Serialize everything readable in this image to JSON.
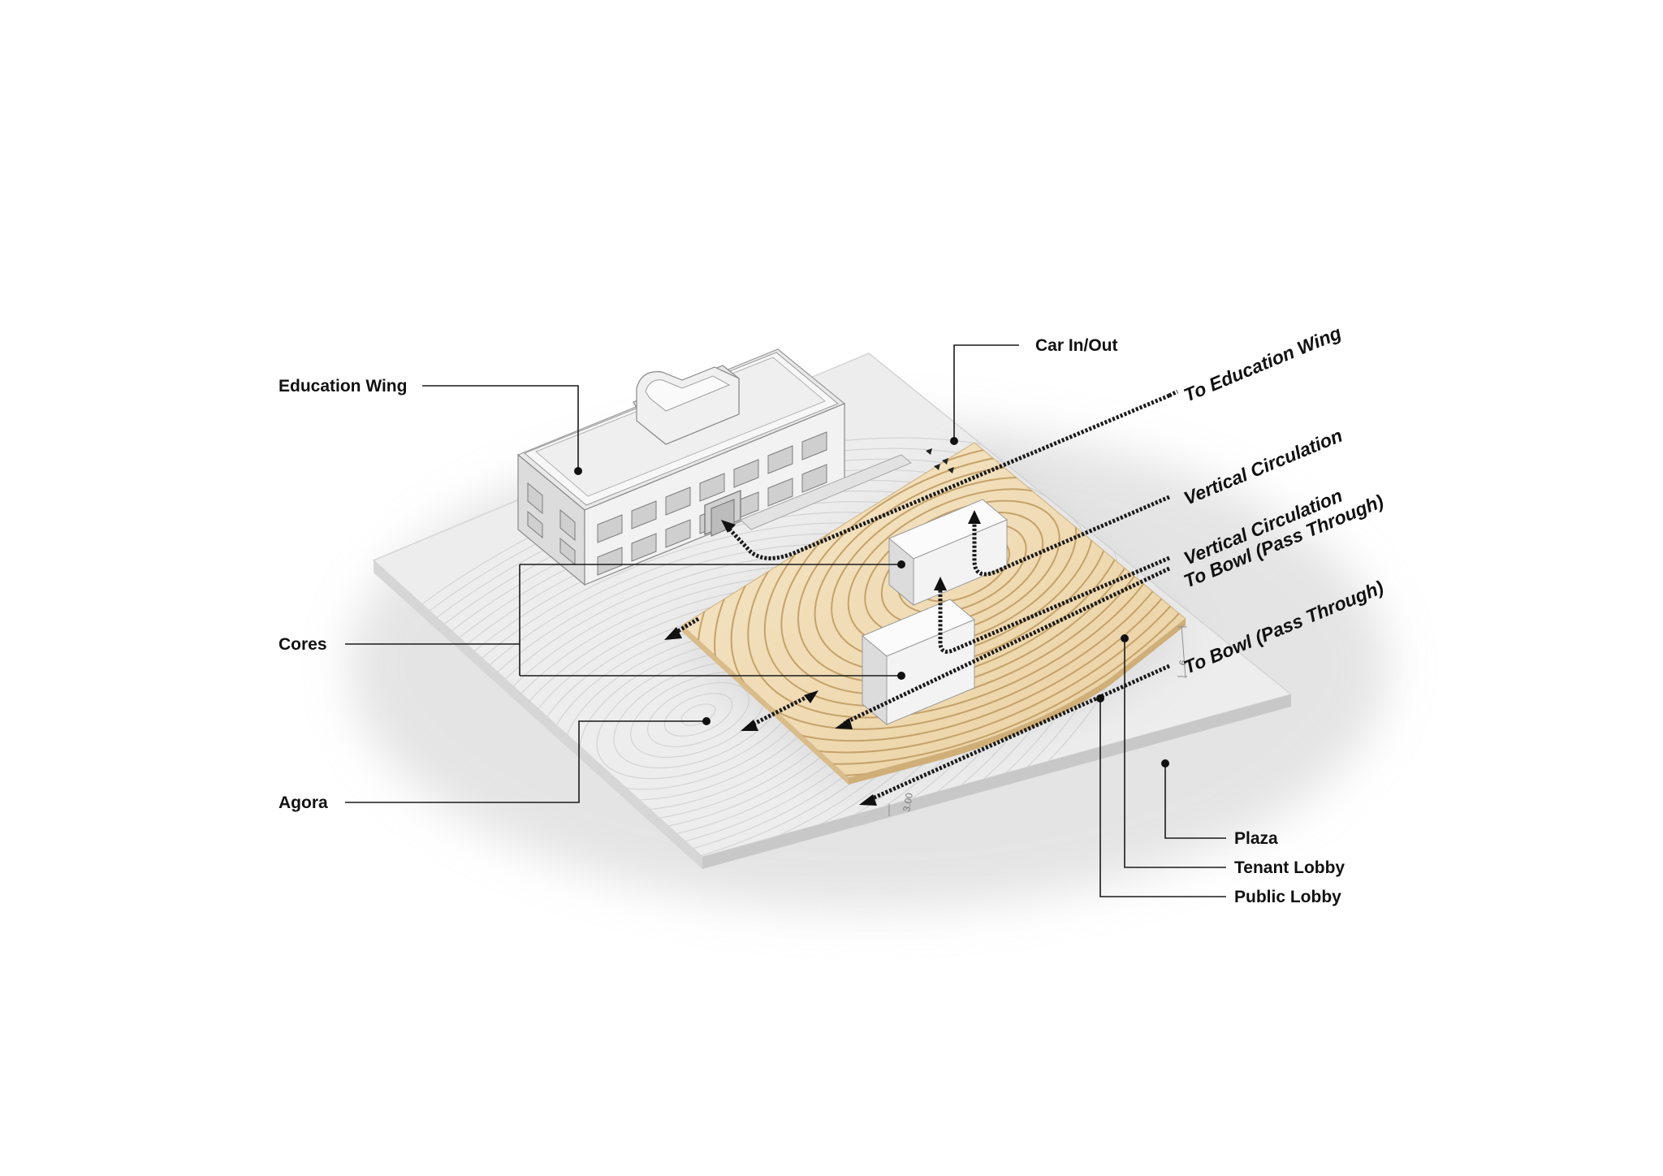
{
  "callouts": {
    "education_wing": "Education Wing",
    "car_in_out": "Car In/Out",
    "cores": "Cores",
    "agora": "Agora",
    "plaza": "Plaza",
    "tenant_lobby": "Tenant Lobby",
    "public_lobby": "Public Lobby"
  },
  "flows": {
    "to_education_wing": "To Education Wing",
    "vertical_circulation_1": "Vertical Circulation",
    "vertical_circulation_2": "Vertical Circulation",
    "to_bowl_1": "To Bowl (Pass Through)",
    "to_bowl_2": "To Bowl (Pass Through)"
  },
  "dimensions": {
    "dim_a": "3.00",
    "dim_b": "6"
  },
  "colors": {
    "site_plate": "#ececec",
    "site_edge": "#c9c9c9",
    "bowl_fill": "#f1ddb6",
    "bowl_ring": "#c9a771",
    "building": "#f4f4f4",
    "building_edge": "#8a8a8a",
    "ink": "#111111"
  }
}
